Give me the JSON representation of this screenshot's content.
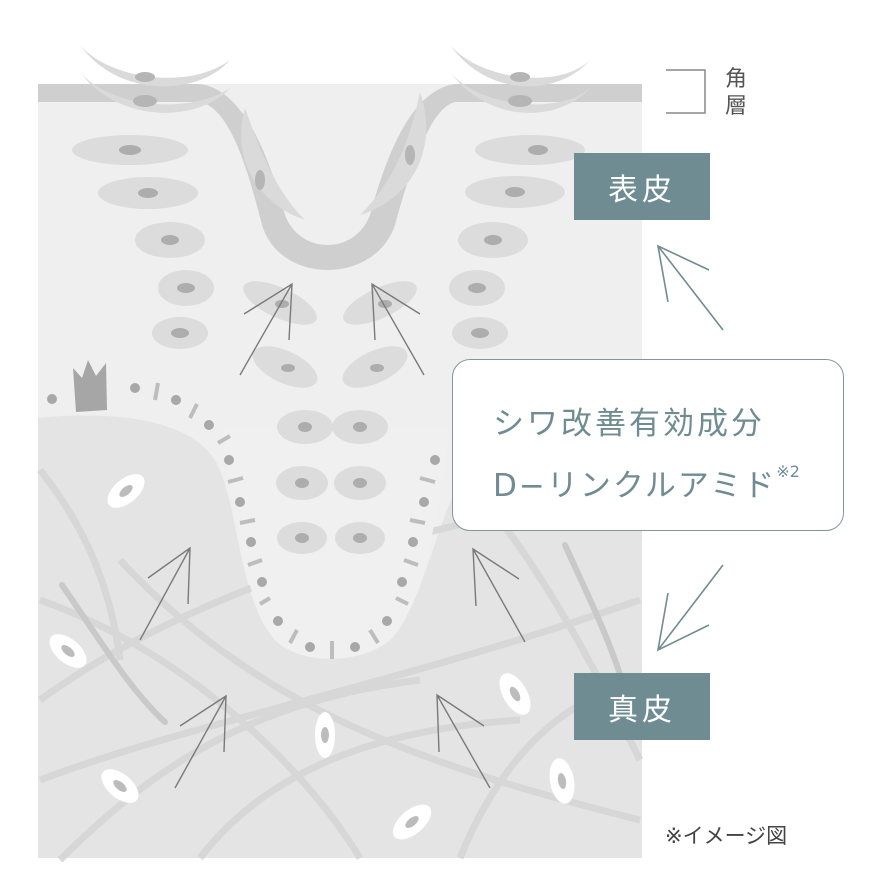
{
  "labels": {
    "stratum_corneum": "角\n層",
    "stratum_corneum_chars": [
      "角",
      "層"
    ],
    "epidermis": "表皮",
    "dermis": "真皮"
  },
  "callout": {
    "line1": "シワ改善有効成分",
    "line2": "D−リンクルアミド",
    "line2_note": "※2"
  },
  "footnote": "※イメージ図",
  "colors": {
    "label_box": "#6f8c93",
    "callout_text": "#6f8c93",
    "callout_border": "#7f979d",
    "skin_background": "#ececec",
    "stratum_corneum_band": "#cccccc",
    "cell": "#d9d9d9",
    "nucleus": "#a9a9a9",
    "arrow": "#777777"
  }
}
